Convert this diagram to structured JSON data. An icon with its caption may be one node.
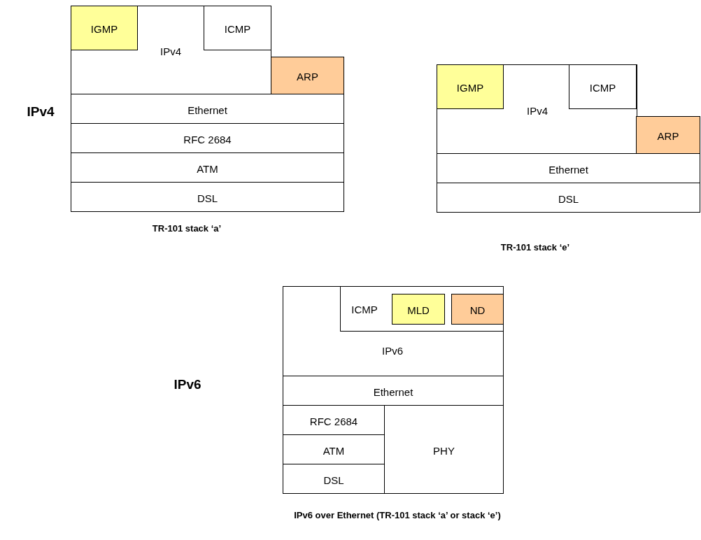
{
  "diagram": {
    "nodes": [
      {
        "text": [
          "IPv4"
        ]
      },
      {
        "text": [
          "IGMP"
        ],
        "in": 0
      },
      {
        "text": [
          "ICMP"
        ],
        "in": 0
      },
      {
        "text": [
          "ARP"
        ]
      },
      {
        "text": [
          "Ethernet"
        ]
      },
      {
        "text": [
          "RFC 2684"
        ]
      },
      {
        "text": [
          "ATM"
        ]
      },
      {
        "text": [
          "DSL"
        ]
      },
      {
        "text": [
          "IPv4"
        ]
      },
      {
        "text": [
          "IGMP"
        ],
        "in": 8
      },
      {
        "text": [
          "ICMP"
        ],
        "in": 8
      },
      {
        "text": [
          "ARP"
        ]
      },
      {
        "text": [
          "Ethernet"
        ]
      },
      {
        "text": [
          "DSL"
        ]
      },
      {
        "text": [
          "IPv6"
        ]
      },
      {
        "text": [
          "ICMP"
        ],
        "in": 14
      },
      {
        "text": [
          "MLD"
        ],
        "in": 15
      },
      {
        "text": [
          "ND"
        ],
        "in": 15
      },
      {
        "text": [
          "Ethernet"
        ]
      },
      {
        "text": [
          "RFC 2684"
        ]
      },
      {
        "text": [
          "ATM"
        ]
      },
      {
        "text": [
          "DSL"
        ]
      },
      {
        "text": [
          "PHY"
        ]
      }
    ],
    "labels": [
      "IPv4",
      "TR-101 stack ‘a’",
      "TR-101 stack ‘e’",
      "IPv6",
      "IPv6 over Ethernet (TR-101 stack ‘a’ or stack ‘e’)"
    ]
  }
}
